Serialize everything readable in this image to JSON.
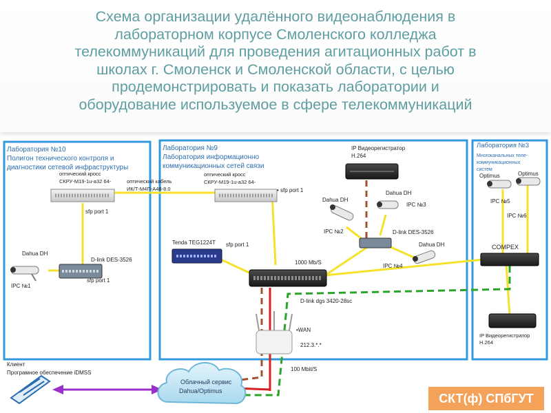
{
  "title": "Схема организации удалённого видеонаблюдения в\nлабораторном корпусе Смоленского колледжа\nтелекоммуникаций для проведения агитационных работ в\nшколах г. Смоленск и Смоленской области, с целью\nпродемонстрировать и показать лаборатории и\nоборудование используемое в сфере телекоммуникаций",
  "lab10": {
    "title_1": "Лаборатория №10",
    "title_2": "Полигон технического контроля и",
    "title_3": "диагностики  сетевой инфраструктуры",
    "cross_1": "оптический кросс",
    "cross_2": "СКРУ-М19-1u-a32 64-",
    "sfp_top": "sfp port 1",
    "camera": "Dahua DH",
    "camera_ipc": "IPC №1",
    "switch": "D-link DES-3526",
    "sfp_bottom": "sfp port 1"
  },
  "lab9": {
    "title_1": "Лаборатория №9",
    "title_2": "Лаборатория информационно",
    "title_3": "коммуникационных сетей связи",
    "cable_1": "оптический кабель",
    "cable_2": "ИК/Т-М4П-А48-8.0",
    "cross_1": "оптический кросс",
    "cross_2": "СКРУ-М19-1u-a32 64-",
    "sfp_cross": "• sfp port 1",
    "recorder_1": "IP Видеорегистратор",
    "recorder_2": "H.264",
    "dahua_left": "Dahua DH",
    "dahua_top": "Dahua DH",
    "ipc3": "IPC №3",
    "ipc2": "IPC №2",
    "dlink": "D-link DES-3526",
    "dahua_right": "Dahua DH",
    "ipc4": "IPC №4",
    "tenda": "Tenda TEG1224T",
    "sfp_tenda": "sfp port 1",
    "speed": "1000 Mb/S",
    "core_switch": "D-link dgs 3420-28sc",
    "wan": "•WAN",
    "ip": "212.3.*.*",
    "uplink": "100 Mbit/S"
  },
  "lab3": {
    "title_1": "Лаборатория №3",
    "title_2": "Многоканальных теле-",
    "title_3": "коммуникационных",
    "title_4": "систем",
    "optimus_1": "Optimus",
    "optimus_2": "Optimus",
    "ipc5": "IPC №5",
    "ipc6": "IPC №6",
    "compex": "COMPEX",
    "recorder_1": "IP Видеорегистратор",
    "recorder_2": "H.264"
  },
  "client": {
    "label_1": "Клиент",
    "label_2": "Програмное обеспечение iDMSS"
  },
  "cloud": {
    "label_1": "Облачный сервис",
    "label_2": "Dahua/Optimus"
  },
  "footer": "СКТ(ф) СПбГУТ"
}
